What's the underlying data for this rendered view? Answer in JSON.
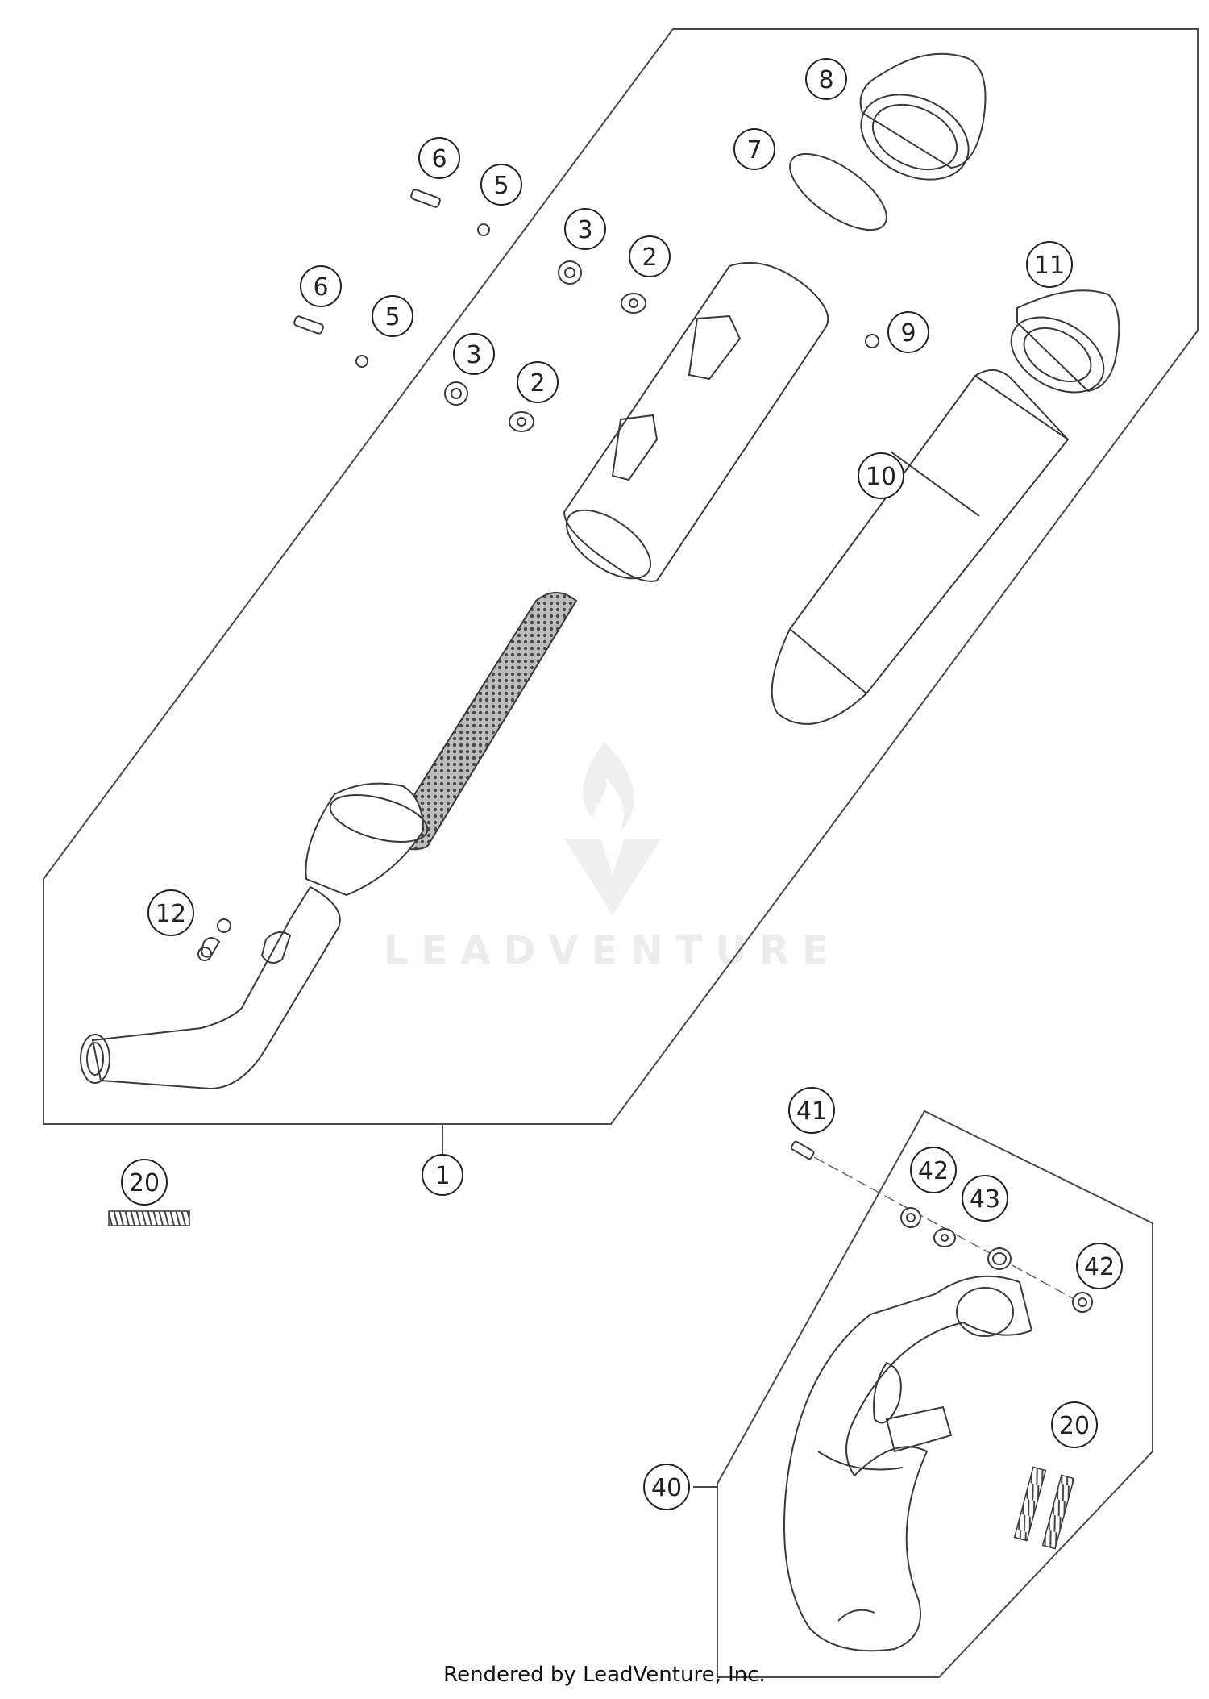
{
  "diagram": {
    "callouts": {
      "c1": "1",
      "c2a": "2",
      "c2b": "2",
      "c3a": "3",
      "c3b": "3",
      "c5a": "5",
      "c5b": "5",
      "c6a": "6",
      "c6b": "6",
      "c7": "7",
      "c8": "8",
      "c9": "9",
      "c10": "10",
      "c11": "11",
      "c12": "12",
      "c20a": "20",
      "c20b": "20",
      "c40": "40",
      "c41": "41",
      "c42a": "42",
      "c42b": "42",
      "c43": "43"
    },
    "watermark": "LEADVENTURE",
    "footer": "Rendered by LeadVenture, Inc."
  }
}
